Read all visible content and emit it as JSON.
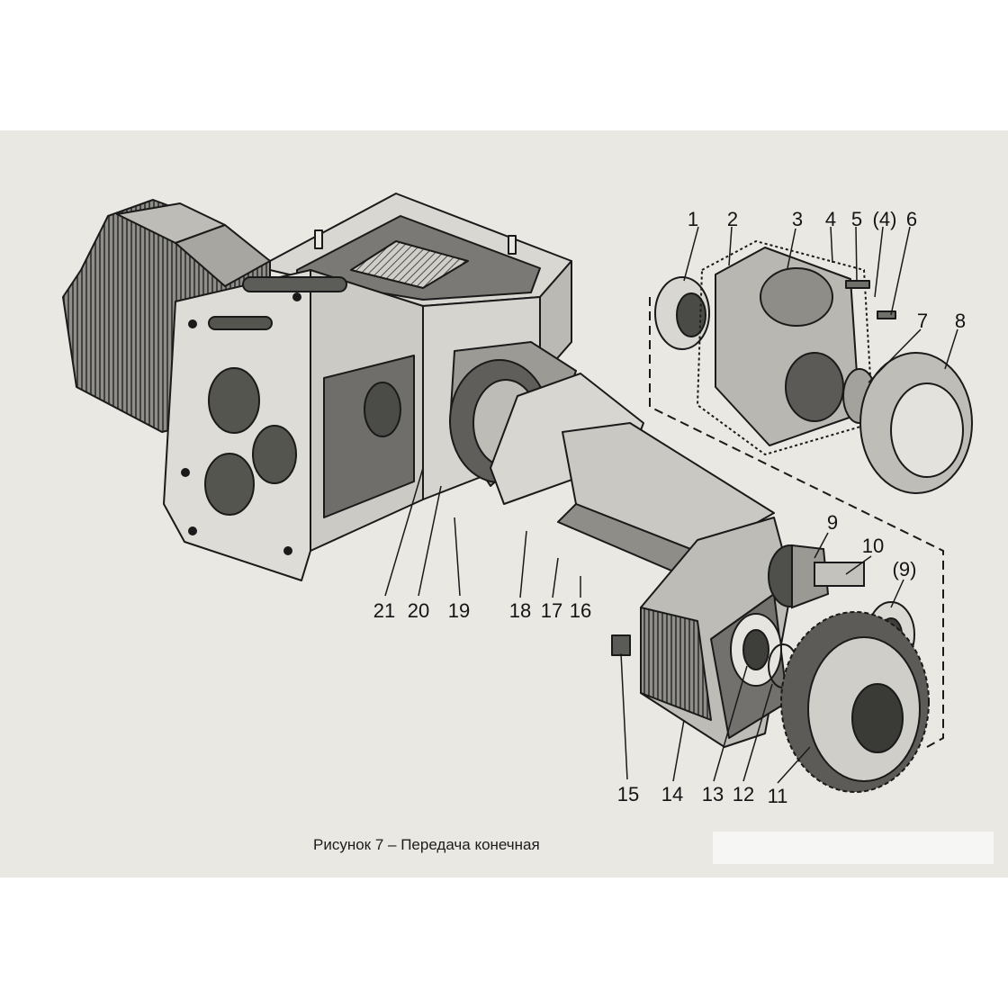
{
  "figure": {
    "caption": "Рисунок 7 – Передача конечная",
    "callouts": [
      "1",
      "2",
      "3",
      "4",
      "5",
      "(4)",
      "6",
      "7",
      "8",
      "9",
      "10",
      "(9)",
      "11",
      "12",
      "13",
      "14",
      "15",
      "16",
      "17",
      "18",
      "19",
      "20",
      "21"
    ]
  },
  "colors": {
    "paper": "#e9e8e3",
    "ink": "#1a1a1a",
    "shade": "#6d6d6b",
    "light": "#d9d8d2"
  }
}
